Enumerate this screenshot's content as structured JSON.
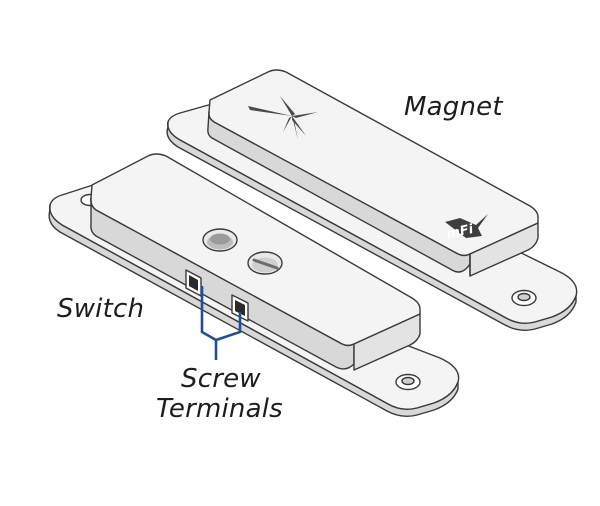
{
  "labels": {
    "magnet": "Magnet",
    "switch": "Switch",
    "screw_terminals_line1": "Screw",
    "screw_terminals_line2": "Terminals"
  },
  "logos": {
    "magnet_logo": "ubiquiti-u-icon",
    "mfi_logo": "mfi"
  },
  "colors": {
    "outline": "#3a3a3a",
    "top_face": "#f3f3f3",
    "side_face": "#e2e2e2",
    "front_face": "#d6d6d6",
    "leader_line": "#1f4f9a"
  }
}
